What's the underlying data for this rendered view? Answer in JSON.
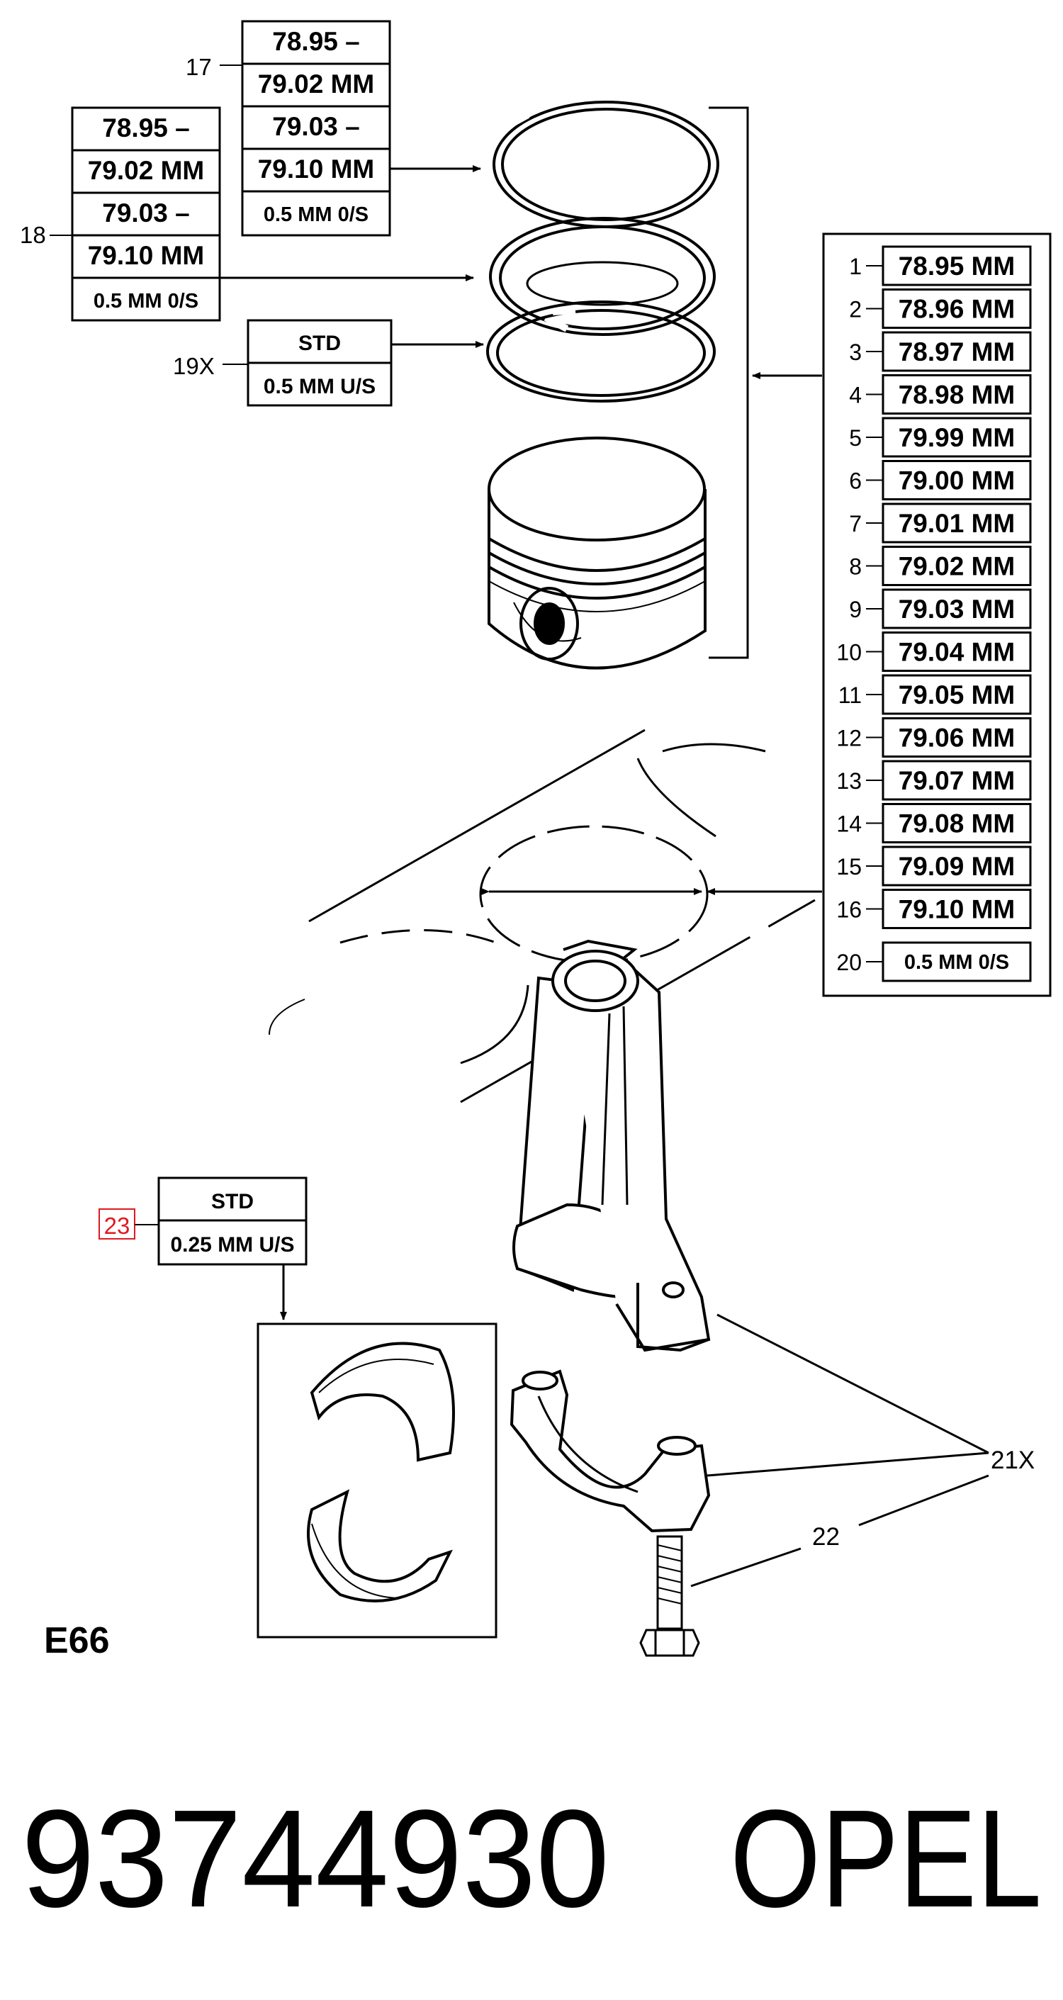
{
  "figure_code": "E66",
  "footer": {
    "part_number": "93744930",
    "brand": "OPEL"
  },
  "callouts": {
    "c17": "17",
    "c18": "18",
    "c19": "19X",
    "c21": "21X",
    "c22": "22",
    "c23": "23",
    "c20": "20"
  },
  "ring17": [
    "78.95 –",
    "79.02 MM",
    "79.03 –",
    "79.10 MM",
    "0.5 MM 0/S"
  ],
  "ring18": [
    "78.95 –",
    "79.02 MM",
    "79.03 –",
    "79.10 MM",
    "0.5 MM 0/S"
  ],
  "ring19": [
    "STD",
    "0.5 MM U/S"
  ],
  "bearing23": [
    "STD",
    "0.25 MM U/S"
  ],
  "piston_sizes": [
    {
      "n": "1",
      "v": "78.95 MM"
    },
    {
      "n": "2",
      "v": "78.96 MM"
    },
    {
      "n": "3",
      "v": "78.97 MM"
    },
    {
      "n": "4",
      "v": "78.98 MM"
    },
    {
      "n": "5",
      "v": "79.99 MM"
    },
    {
      "n": "6",
      "v": "79.00 MM"
    },
    {
      "n": "7",
      "v": "79.01 MM"
    },
    {
      "n": "8",
      "v": "79.02 MM"
    },
    {
      "n": "9",
      "v": "79.03 MM"
    },
    {
      "n": "10",
      "v": "79.04 MM"
    },
    {
      "n": "11",
      "v": "79.05 MM"
    },
    {
      "n": "12",
      "v": "79.06 MM"
    },
    {
      "n": "13",
      "v": "79.07 MM"
    },
    {
      "n": "14",
      "v": "79.08 MM"
    },
    {
      "n": "15",
      "v": "79.09 MM"
    },
    {
      "n": "16",
      "v": "79.10 MM"
    }
  ],
  "size20": {
    "n": "20",
    "v": "0.5 MM 0/S"
  },
  "colors": {
    "ink": "#000000",
    "highlight": "#e0191e"
  }
}
